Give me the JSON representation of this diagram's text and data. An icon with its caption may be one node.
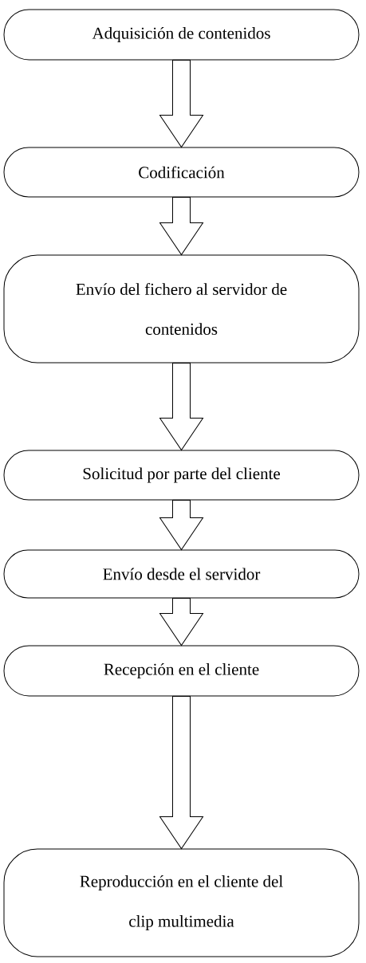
{
  "diagram": {
    "nodes": [
      {
        "text": [
          "Adquisición de contenidos"
        ]
      },
      {
        "text": [
          "Codificación"
        ]
      },
      {
        "text": [
          "Envío del fichero al servidor de contenidos"
        ]
      },
      {
        "text": [
          "Solicitud por parte del cliente"
        ]
      },
      {
        "text": [
          "Envío desde el servidor"
        ]
      },
      {
        "text": [
          "Recepción en el cliente"
        ]
      },
      {
        "text": [
          "Reproducción en el cliente del clip multimedia"
        ]
      }
    ],
    "edges": [
      {
        "from": 0,
        "to": 1,
        "arrow": "to"
      },
      {
        "from": 1,
        "to": 2,
        "arrow": "to"
      },
      {
        "from": 2,
        "to": 3,
        "arrow": "to"
      },
      {
        "from": 3,
        "to": 4,
        "arrow": "to"
      },
      {
        "from": 4,
        "to": 5,
        "arrow": "to"
      },
      {
        "from": 5,
        "to": 6,
        "arrow": "to"
      }
    ]
  }
}
